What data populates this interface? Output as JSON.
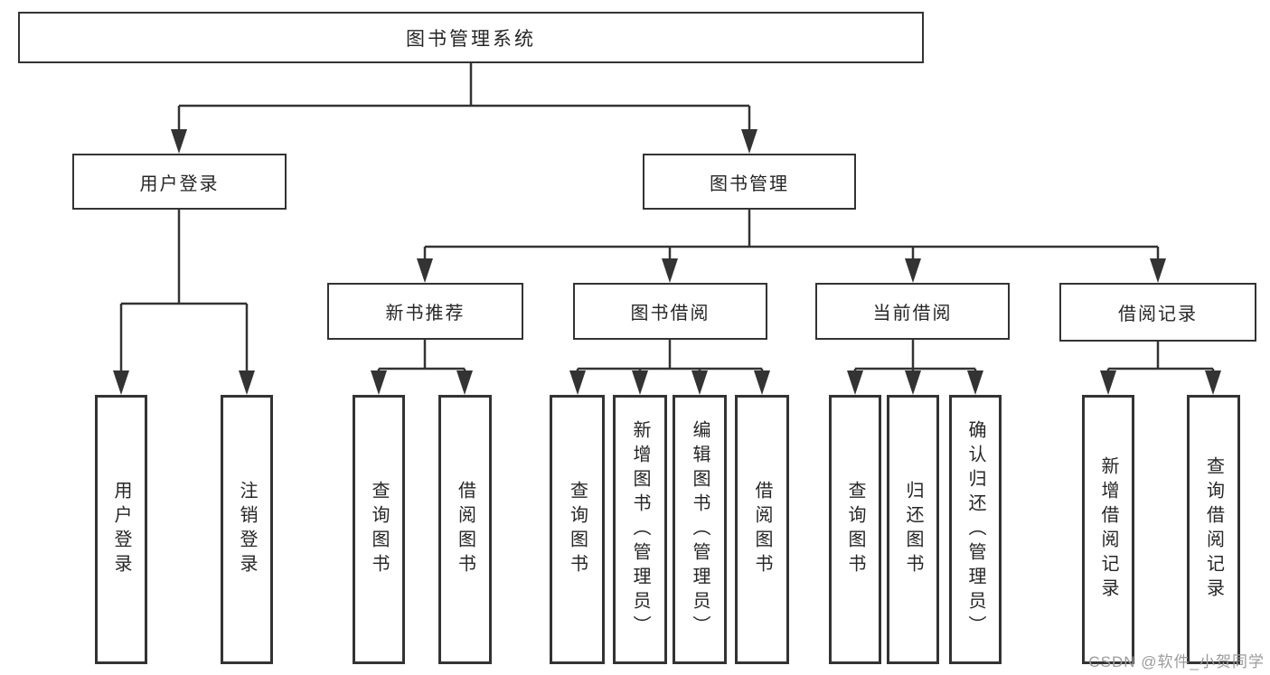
{
  "diagram": {
    "root": {
      "label": "图书管理系统"
    },
    "level2": [
      {
        "label": "用户登录"
      },
      {
        "label": "图书管理"
      }
    ],
    "level3": [
      {
        "parent": "图书管理",
        "label": "新书推荐"
      },
      {
        "parent": "图书管理",
        "label": "图书借阅"
      },
      {
        "parent": "图书管理",
        "label": "当前借阅"
      },
      {
        "parent": "图书管理",
        "label": "借阅记录"
      }
    ],
    "leaves": [
      {
        "parent": "用户登录",
        "label": "用户登录"
      },
      {
        "parent": "用户登录",
        "label": "注销登录"
      },
      {
        "parent": "新书推荐",
        "label": "查询图书"
      },
      {
        "parent": "新书推荐",
        "label": "借阅图书"
      },
      {
        "parent": "图书借阅",
        "label": "查询图书"
      },
      {
        "parent": "图书借阅",
        "label": "新增图书（管理员）"
      },
      {
        "parent": "图书借阅",
        "label": "编辑图书（管理员）"
      },
      {
        "parent": "图书借阅",
        "label": "借阅图书"
      },
      {
        "parent": "当前借阅",
        "label": "查询图书"
      },
      {
        "parent": "当前借阅",
        "label": "归还图书"
      },
      {
        "parent": "当前借阅",
        "label": "确认归还（管理员）"
      },
      {
        "parent": "借阅记录",
        "label": "新增借阅记录"
      },
      {
        "parent": "借阅记录",
        "label": "查询借阅记录"
      }
    ]
  },
  "watermark": "CSDN @软件_小贺同学",
  "colors": {
    "line": "#333333",
    "text": "#262626",
    "watermark": "#9b9b9b",
    "background": "#ffffff"
  }
}
